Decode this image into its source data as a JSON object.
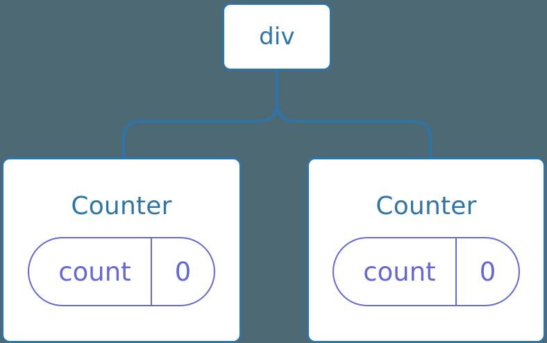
{
  "canvas": {
    "background_color": "#4d6a74",
    "node_border_color": "#2d74a8",
    "node_fill_color": "#ffffff",
    "node_text_color": "#2d74a8",
    "state_pill_color": "#6468d6",
    "connector_color": "#2d74a8"
  },
  "tree": {
    "root": {
      "label": "div"
    },
    "children": [
      {
        "label": "Counter",
        "state": {
          "key": "count",
          "value": "0"
        }
      },
      {
        "label": "Counter",
        "state": {
          "key": "count",
          "value": "0"
        }
      }
    ]
  }
}
